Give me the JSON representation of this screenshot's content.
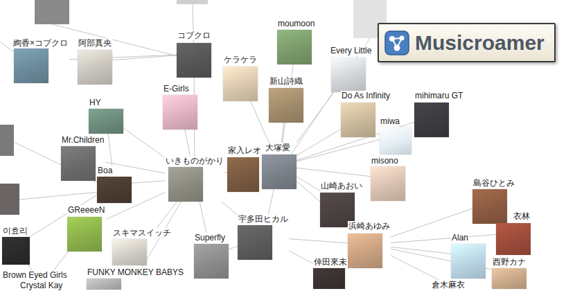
{
  "diagram": {
    "nodes": [
      {
        "text": [
          "絢香×コブクロ"
        ]
      },
      {
        "text": [
          "阿部真央"
        ]
      },
      {
        "text": [
          "コブクロ"
        ]
      },
      {
        "text": [
          "moumoon"
        ]
      },
      {
        "text": [
          "ケラケラ"
        ]
      },
      {
        "text": [
          "新山詩織"
        ]
      },
      {
        "text": [
          "Every Little"
        ]
      },
      {
        "text": [
          "Do As Infinity"
        ]
      },
      {
        "text": [
          "mihimaru GT"
        ]
      },
      {
        "text": [
          "miwa"
        ]
      },
      {
        "text": [
          "misono"
        ]
      },
      {
        "text": [
          "E-Girls"
        ]
      },
      {
        "text": [
          "HY"
        ]
      },
      {
        "text": [
          "Mr.Children"
        ]
      },
      {
        "text": [
          "Boa"
        ]
      },
      {
        "text": [
          "いきものがかり"
        ]
      },
      {
        "text": [
          "家入レオ"
        ]
      },
      {
        "text": [
          "大塚愛"
        ]
      },
      {
        "text": [
          "山崎あおい"
        ]
      },
      {
        "text": [
          "島谷ひとみ"
        ]
      },
      {
        "text": [
          "衣林"
        ]
      },
      {
        "text": [
          "Alan"
        ]
      },
      {
        "text": [
          "西野カナ"
        ]
      },
      {
        "text": [
          "倉木麻衣"
        ]
      },
      {
        "text": [
          "浜崎あゆみ"
        ]
      },
      {
        "text": [
          "倖田來未"
        ]
      },
      {
        "text": [
          "宇多田ヒカル"
        ]
      },
      {
        "text": [
          "Superfly"
        ]
      },
      {
        "text": [
          "スキマスイッチ"
        ]
      },
      {
        "text": [
          "GReeeeN"
        ]
      },
      {
        "text": [
          "FUNKY MONKEY BABYS"
        ]
      },
      {
        "text": [
          "이효리"
        ]
      },
      {
        "text": [
          "Brown Eyed Girls"
        ]
      },
      {
        "text": [
          "Crystal Kay"
        ]
      }
    ],
    "edges": [
      {
        "from": 2,
        "to": 0,
        "arrow": "none"
      },
      {
        "from": 2,
        "to": 1,
        "arrow": "none"
      },
      {
        "from": 2,
        "to": 15,
        "arrow": "none"
      },
      {
        "from": 15,
        "to": 11,
        "arrow": "none"
      },
      {
        "from": 15,
        "to": 12,
        "arrow": "none"
      },
      {
        "from": 15,
        "to": 13,
        "arrow": "none"
      },
      {
        "from": 15,
        "to": 14,
        "arrow": "none"
      },
      {
        "from": 15,
        "to": 29,
        "arrow": "none"
      },
      {
        "from": 15,
        "to": 28,
        "arrow": "none"
      },
      {
        "from": 15,
        "to": 27,
        "arrow": "none"
      },
      {
        "from": 15,
        "to": 30,
        "arrow": "none"
      },
      {
        "from": 15,
        "to": 16,
        "arrow": "none"
      },
      {
        "from": 15,
        "to": 26,
        "arrow": "none"
      },
      {
        "from": 17,
        "to": 16,
        "arrow": "none"
      },
      {
        "from": 17,
        "to": 4,
        "arrow": "none"
      },
      {
        "from": 17,
        "to": 5,
        "arrow": "none"
      },
      {
        "from": 17,
        "to": 3,
        "arrow": "none"
      },
      {
        "from": 17,
        "to": 6,
        "arrow": "none"
      },
      {
        "from": 17,
        "to": 7,
        "arrow": "none"
      },
      {
        "from": 17,
        "to": 9,
        "arrow": "none"
      },
      {
        "from": 17,
        "to": 8,
        "arrow": "none"
      },
      {
        "from": 17,
        "to": 10,
        "arrow": "none"
      },
      {
        "from": 17,
        "to": 18,
        "arrow": "none"
      },
      {
        "from": 17,
        "to": 24,
        "arrow": "none"
      },
      {
        "from": 17,
        "to": 26,
        "arrow": "none"
      },
      {
        "from": 24,
        "to": 19,
        "arrow": "none"
      },
      {
        "from": 24,
        "to": 20,
        "arrow": "none"
      },
      {
        "from": 24,
        "to": 21,
        "arrow": "none"
      },
      {
        "from": 24,
        "to": 22,
        "arrow": "none"
      },
      {
        "from": 24,
        "to": 23,
        "arrow": "none"
      },
      {
        "from": 24,
        "to": 25,
        "arrow": "none"
      },
      {
        "from": 24,
        "to": 26,
        "arrow": "none"
      },
      {
        "from": 24,
        "to": 18,
        "arrow": "none"
      },
      {
        "from": 14,
        "to": 13,
        "arrow": "none"
      },
      {
        "from": 14,
        "to": 31,
        "arrow": "none"
      },
      {
        "from": 14,
        "to": 29,
        "arrow": "none"
      },
      {
        "from": 14,
        "to": 12,
        "arrow": "none"
      },
      {
        "from": 26,
        "to": 25,
        "arrow": "none"
      },
      {
        "from": 26,
        "to": 27,
        "arrow": "none"
      },
      {
        "from": 31,
        "to": 32,
        "arrow": "none"
      },
      {
        "from": 29,
        "to": 33,
        "arrow": "none"
      }
    ],
    "labels": [
      "Musicroamer"
    ]
  }
}
